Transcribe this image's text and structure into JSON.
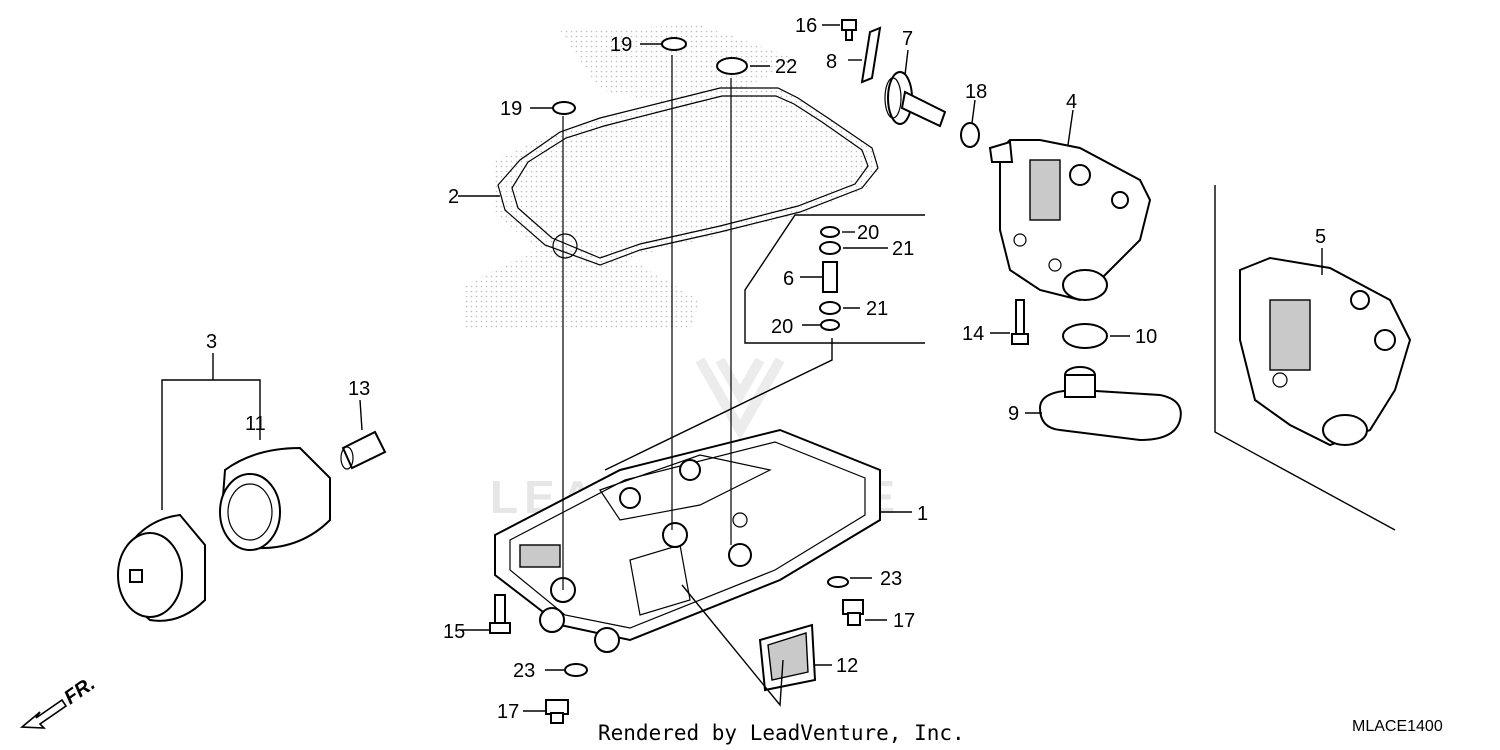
{
  "callouts": {
    "c1": "1",
    "c2": "2",
    "c3": "3",
    "c4": "4",
    "c5": "5",
    "c6": "6",
    "c7": "7",
    "c8": "8",
    "c9": "9",
    "c10": "10",
    "c11": "11",
    "c12": "12",
    "c13": "13",
    "c14": "14",
    "c15": "15",
    "c16": "16",
    "c17a": "17",
    "c17b": "17",
    "c18": "18",
    "c19a": "19",
    "c19b": "19",
    "c20a": "20",
    "c20b": "20",
    "c21a": "21",
    "c21b": "21",
    "c22": "22",
    "c23a": "23",
    "c23b": "23"
  },
  "watermark": "LEADVENTURE",
  "footer": {
    "credit": "Rendered by LeadVenture, Inc.",
    "diagram_code": "MLACE1400",
    "direction_label": "FR."
  }
}
